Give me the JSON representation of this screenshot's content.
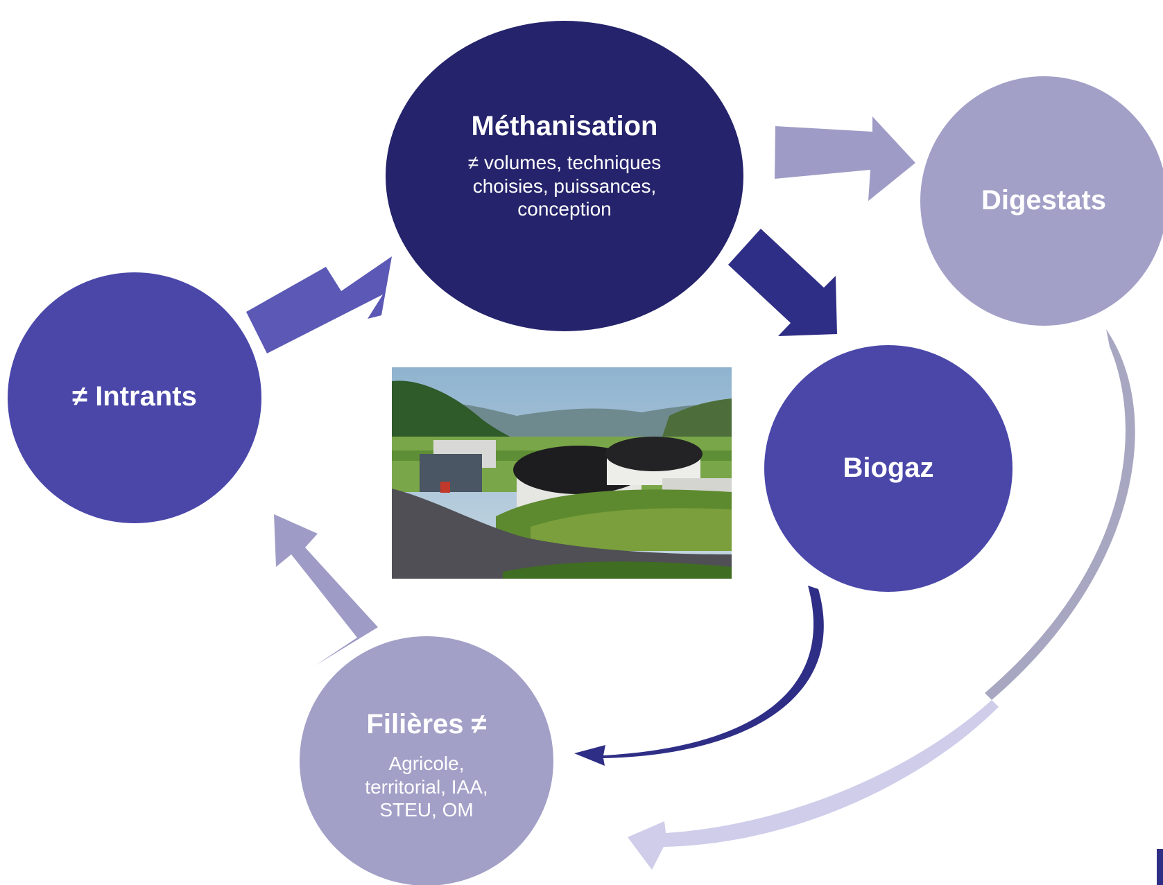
{
  "colors": {
    "dark_navy": "#25236b",
    "indigo": "#4a47a9",
    "lavender": "#a2a0c7",
    "arrow_indigo": "#5b59b5",
    "arrow_dark": "#2f2e86",
    "arrow_lavender": "#9e9cc6",
    "arrow_light": "#cfcdea",
    "arrow_grey": "#a8a7c1"
  },
  "nodes": {
    "methanisation": {
      "title": "Méthanisation",
      "subtitle": "≠ volumes, techniques choisies, puissances, conception"
    },
    "digestats": {
      "title": "Digestats"
    },
    "intrants": {
      "title": "≠ Intrants"
    },
    "biogaz": {
      "title": "Biogaz"
    },
    "filieres": {
      "title": "Filières ≠",
      "subtitle": "Agricole, territorial, IAA, STEU, OM"
    }
  },
  "photo": {
    "subject": "biogas plant with black domed digester tanks in a green valley"
  }
}
